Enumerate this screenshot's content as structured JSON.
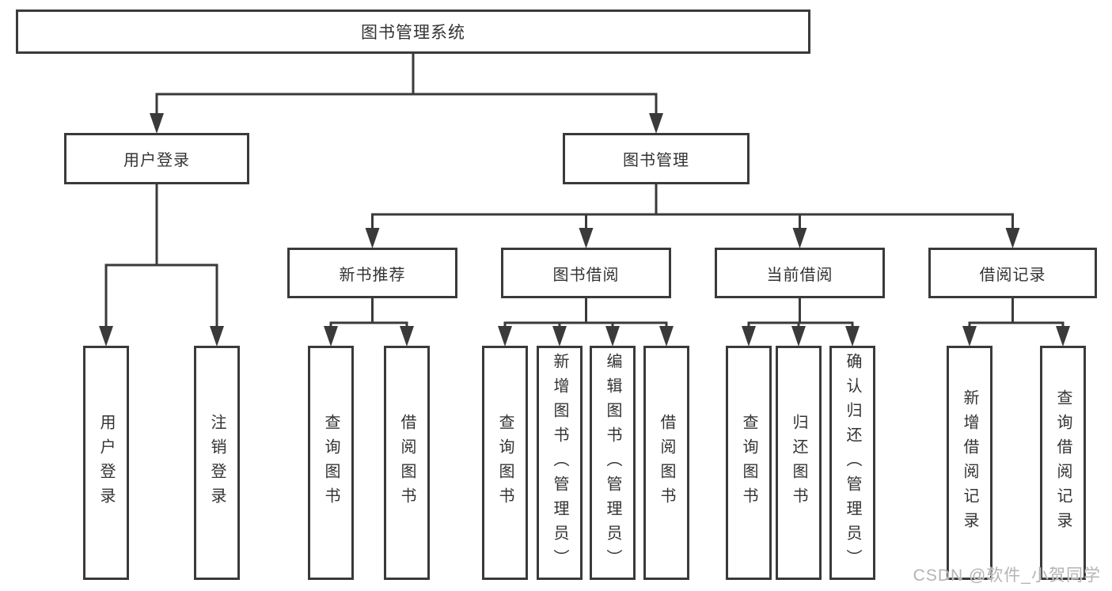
{
  "diagram": {
    "title": "图书管理系统",
    "colors": {
      "line": "#3a3a3a",
      "text": "#333333",
      "background": "#ffffff",
      "watermark": "#b4b4b4"
    },
    "nodes": [
      {
        "id": "root",
        "label": "图书管理系统",
        "level": 1,
        "parent": null
      },
      {
        "id": "user-login",
        "label": "用户登录",
        "level": 2,
        "parent": "root"
      },
      {
        "id": "book-mgmt",
        "label": "图书管理",
        "level": 2,
        "parent": "root"
      },
      {
        "id": "new-book-rec",
        "label": "新书推荐",
        "level": 3,
        "parent": "book-mgmt"
      },
      {
        "id": "book-borrow",
        "label": "图书借阅",
        "level": 3,
        "parent": "book-mgmt"
      },
      {
        "id": "current-borrow",
        "label": "当前借阅",
        "level": 3,
        "parent": "book-mgmt"
      },
      {
        "id": "borrow-records",
        "label": "借阅记录",
        "level": 3,
        "parent": "book-mgmt"
      },
      {
        "id": "leaf-user-login",
        "label": "用户登录",
        "level": 4,
        "parent": "user-login"
      },
      {
        "id": "leaf-logout",
        "label": "注销登录",
        "level": 4,
        "parent": "user-login"
      },
      {
        "id": "leaf-nbr-query",
        "label": "查询图书",
        "level": 4,
        "parent": "new-book-rec"
      },
      {
        "id": "leaf-nbr-borrow",
        "label": "借阅图书",
        "level": 4,
        "parent": "new-book-rec"
      },
      {
        "id": "leaf-bb-query",
        "label": "查询图书",
        "level": 4,
        "parent": "book-borrow"
      },
      {
        "id": "leaf-bb-add",
        "label": "新增图书（管理员）",
        "level": 4,
        "parent": "book-borrow"
      },
      {
        "id": "leaf-bb-edit",
        "label": "编辑图书（管理员）",
        "level": 4,
        "parent": "book-borrow"
      },
      {
        "id": "leaf-bb-borrow",
        "label": "借阅图书",
        "level": 4,
        "parent": "book-borrow"
      },
      {
        "id": "leaf-cb-query",
        "label": "查询图书",
        "level": 4,
        "parent": "current-borrow"
      },
      {
        "id": "leaf-cb-return",
        "label": "归还图书",
        "level": 4,
        "parent": "current-borrow"
      },
      {
        "id": "leaf-cb-confirm",
        "label": "确认归还（管理员）",
        "level": 4,
        "parent": "current-borrow"
      },
      {
        "id": "leaf-br-add",
        "label": "新增借阅记录",
        "level": 4,
        "parent": "borrow-records"
      },
      {
        "id": "leaf-br-query",
        "label": "查询借阅记录",
        "level": 4,
        "parent": "borrow-records"
      }
    ],
    "watermark": {
      "text": "CSDN @软件_小贺同学"
    }
  }
}
